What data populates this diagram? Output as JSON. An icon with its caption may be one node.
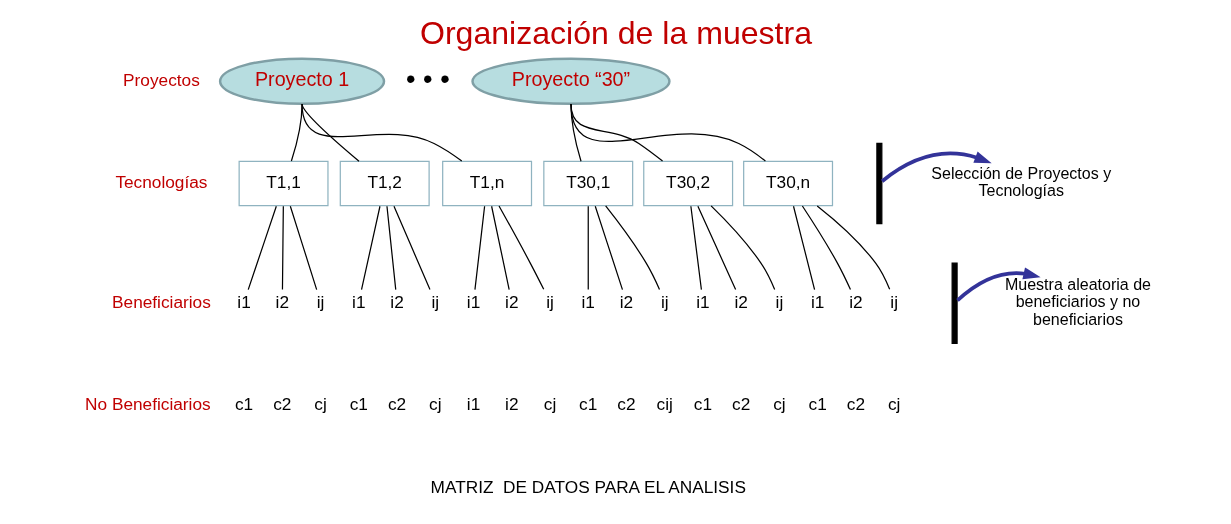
{
  "diagram": {
    "title": "Organización de la muestra",
    "nodes": [
      {
        "text": [
          "Proyecto 1"
        ]
      },
      {
        "text": [
          "Proyecto “30”"
        ]
      },
      {
        "text": [
          "T1,1"
        ]
      },
      {
        "text": [
          "T1,2"
        ]
      },
      {
        "text": [
          "T1,n"
        ]
      },
      {
        "text": [
          "T30,1"
        ]
      },
      {
        "text": [
          "T30,2"
        ]
      },
      {
        "text": [
          "T30,n"
        ]
      },
      {
        "text": [
          "i1"
        ]
      },
      {
        "text": [
          "i2"
        ]
      },
      {
        "text": [
          "ij"
        ]
      },
      {
        "text": [
          "i1"
        ]
      },
      {
        "text": [
          "i2"
        ]
      },
      {
        "text": [
          "ij"
        ]
      },
      {
        "text": [
          "i1"
        ]
      },
      {
        "text": [
          "i2"
        ]
      },
      {
        "text": [
          "ij"
        ]
      },
      {
        "text": [
          "i1"
        ]
      },
      {
        "text": [
          "i2"
        ]
      },
      {
        "text": [
          "ij"
        ]
      },
      {
        "text": [
          "i1"
        ]
      },
      {
        "text": [
          "i2"
        ]
      },
      {
        "text": [
          "ij"
        ]
      },
      {
        "text": [
          "i1"
        ]
      },
      {
        "text": [
          "i2"
        ]
      },
      {
        "text": [
          "ij"
        ]
      },
      {
        "text": [
          "Selección de Proyectos y Tecnologías"
        ]
      },
      {
        "text": [
          "Muestra aleatoria de beneficiarios y no beneficiarios"
        ]
      }
    ],
    "edges": [
      {
        "from": 0,
        "to": 2,
        "arrow": "none"
      },
      {
        "from": 0,
        "to": 3,
        "arrow": "none"
      },
      {
        "from": 0,
        "to": 4,
        "arrow": "none"
      },
      {
        "from": 1,
        "to": 5,
        "arrow": "none"
      },
      {
        "from": 1,
        "to": 6,
        "arrow": "none"
      },
      {
        "from": 1,
        "to": 7,
        "arrow": "none"
      },
      {
        "from": 2,
        "to": 8,
        "arrow": "none"
      },
      {
        "from": 2,
        "to": 9,
        "arrow": "none"
      },
      {
        "from": 2,
        "to": 10,
        "arrow": "none"
      },
      {
        "from": 3,
        "to": 11,
        "arrow": "none"
      },
      {
        "from": 3,
        "to": 12,
        "arrow": "none"
      },
      {
        "from": 3,
        "to": 13,
        "arrow": "none"
      },
      {
        "from": 4,
        "to": 14,
        "arrow": "none"
      },
      {
        "from": 4,
        "to": 15,
        "arrow": "none"
      },
      {
        "from": 4,
        "to": 16,
        "arrow": "none"
      },
      {
        "from": 5,
        "to": 17,
        "arrow": "none"
      },
      {
        "from": 5,
        "to": 18,
        "arrow": "none"
      },
      {
        "from": 5,
        "to": 19,
        "arrow": "none"
      },
      {
        "from": 6,
        "to": 20,
        "arrow": "none"
      },
      {
        "from": 6,
        "to": 21,
        "arrow": "none"
      },
      {
        "from": 6,
        "to": 22,
        "arrow": "none"
      },
      {
        "from": 7,
        "to": 23,
        "arrow": "none"
      },
      {
        "from": 7,
        "to": 24,
        "arrow": "none"
      },
      {
        "from": 7,
        "to": 25,
        "arrow": "none"
      },
      {
        "from": null,
        "to": 26,
        "arrow": "to",
        "style": "thick",
        "color": "#333399"
      },
      {
        "from": null,
        "to": 27,
        "arrow": "to",
        "style": "thick",
        "color": "#333399"
      }
    ],
    "labels": [
      "Proyectos",
      "• • •",
      "Tecnologías",
      "Beneficiarios",
      "No Beneficiarios",
      "c1",
      "c2",
      "cj",
      "c1",
      "c2",
      "cj",
      "i1",
      "i2",
      "cj",
      "c1",
      "c2",
      "cij",
      "c1",
      "c2",
      "cj",
      "c1",
      "c2",
      "cj",
      "MATRIZ  DE DATOS PARA EL ANALISIS"
    ]
  }
}
